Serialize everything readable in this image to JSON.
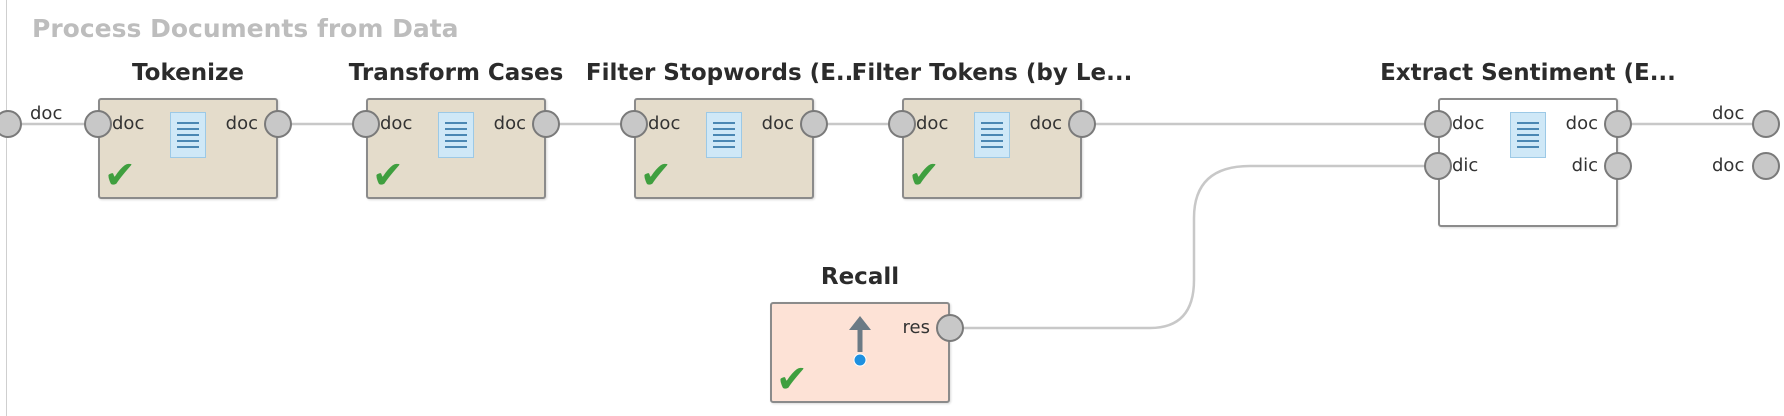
{
  "process_title": "Process Documents from Data",
  "operators": {
    "tokenize": {
      "title": "Tokenize",
      "in": "doc",
      "out": "doc"
    },
    "transform_cases": {
      "title": "Transform Cases",
      "in": "doc",
      "out": "doc"
    },
    "filter_stopwords": {
      "title": "Filter Stopwords (E...",
      "in": "doc",
      "out": "doc"
    },
    "filter_tokens": {
      "title": "Filter Tokens (by Le...",
      "in": "doc",
      "out": "doc"
    },
    "extract_sentiment": {
      "title": "Extract Sentiment (E...",
      "in1": "doc",
      "in2": "dic",
      "out1": "doc",
      "out2": "dic"
    },
    "recall": {
      "title": "Recall",
      "out": "res"
    }
  },
  "process_ports": {
    "input": "doc",
    "output1": "doc",
    "output2": "doc"
  },
  "colors": {
    "operator_fill": "#e4dccb",
    "recall_fill": "#fde2d6",
    "extract_fill": "#ffffff",
    "connection": "#c8c8c8",
    "check": "#3f9f3f"
  },
  "icons": {
    "status": "checkmark-icon",
    "document": "document-icon",
    "recall": "recall-arrow-icon"
  }
}
